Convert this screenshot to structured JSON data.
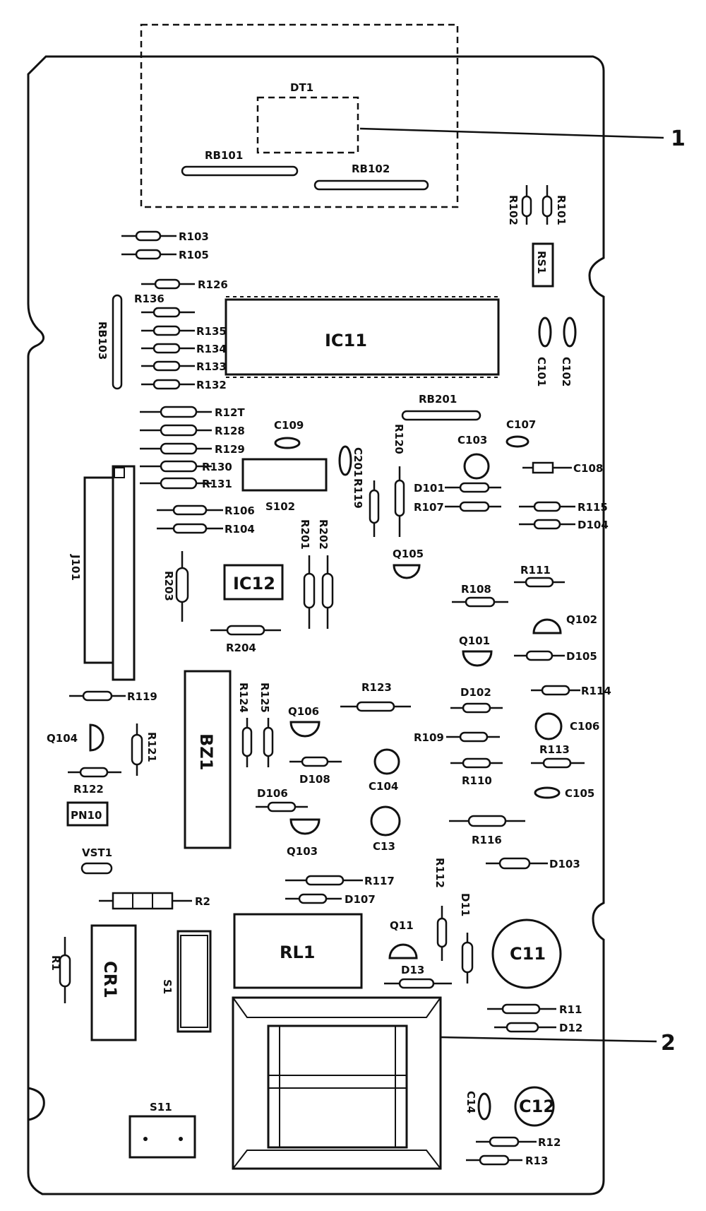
{
  "labels": {
    "DT1": "DT1",
    "RB101": "RB101",
    "RB102": "RB102",
    "RB103": "RB103",
    "RB201": "RB201",
    "R101": "R101",
    "R102": "R102",
    "RS1": "RS1",
    "R103": "R103",
    "R105": "R105",
    "R126": "R126",
    "R136": "R136",
    "R135": "R135",
    "R134": "R134",
    "R133": "R133",
    "R132": "R132",
    "IC11": "IC11",
    "C101": "C101",
    "C102": "C102",
    "R127": "R12T",
    "R128": "R128",
    "R129": "R129",
    "R130": "R130",
    "R131": "R131",
    "C109": "C109",
    "S102": "S102",
    "C201": "C201",
    "R119_top": "R119",
    "R120": "R120",
    "D101": "D101",
    "R107": "R107",
    "C103": "C103",
    "C107": "C107",
    "C108": "C108",
    "R115": "R115",
    "D104": "D104",
    "R106": "R106",
    "R104": "R104",
    "J101": "J101",
    "R203": "R203",
    "IC12": "IC12",
    "R201": "R201",
    "R202": "R202",
    "Q105": "Q105",
    "R108": "R108",
    "R111": "R111",
    "Q102": "Q102",
    "R204": "R204",
    "Q101": "Q101",
    "D105": "D105",
    "R119": "R119",
    "BZ1": "BZ1",
    "R124": "R124",
    "R125": "R125",
    "R123": "R123",
    "D102": "D102",
    "R114": "R114",
    "Q104": "Q104",
    "R121": "R121",
    "Q106": "Q106",
    "C106": "C106",
    "R109": "R109",
    "R113": "R113",
    "D108": "D108",
    "C104": "C104",
    "R110": "R110",
    "R122": "R122",
    "C105": "C105",
    "PN10": "PN10",
    "D106": "D106",
    "C13": "C13",
    "R116": "R116",
    "Q103": "Q103",
    "VST1": "VST1",
    "D103": "D103",
    "R117": "R117",
    "R112": "R112",
    "D107": "D107",
    "D11": "D11",
    "R2": "R2",
    "Q11": "Q11",
    "RL1": "RL1",
    "C11": "C11",
    "CR1": "CR1",
    "R1": "R1",
    "S1": "S1",
    "D13": "D13",
    "R11": "R11",
    "D12": "D12",
    "S11": "S11",
    "C14": "C14",
    "C12": "C12",
    "R12": "R12",
    "R13": "R13"
  },
  "callouts": [
    "1",
    "2"
  ]
}
